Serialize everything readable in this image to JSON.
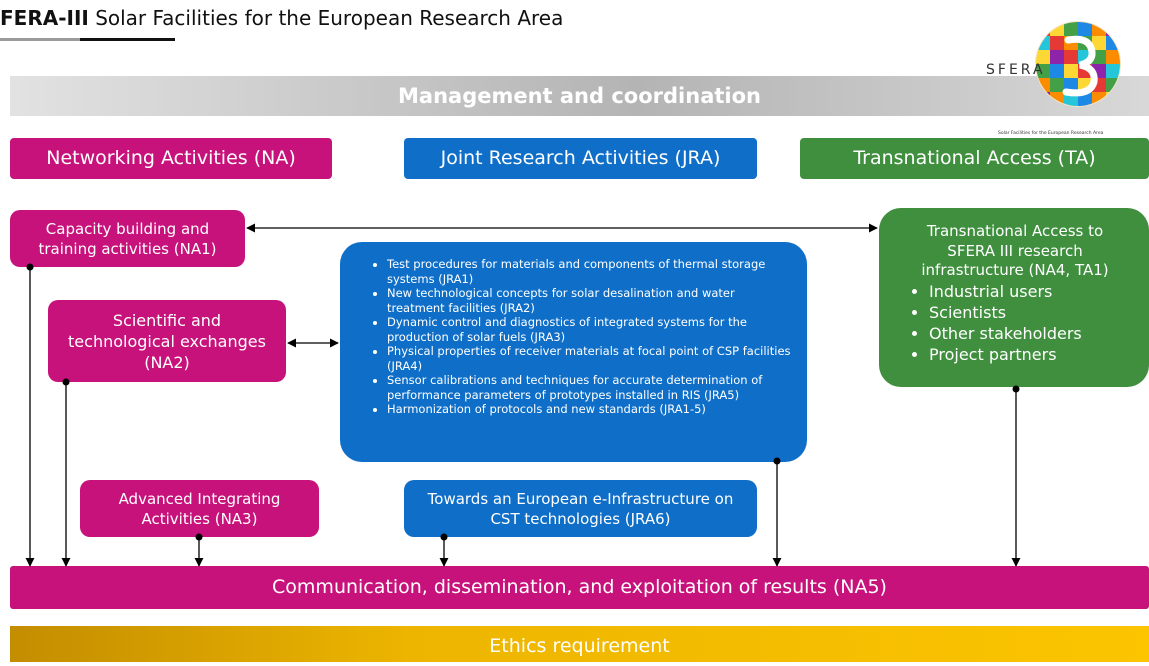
{
  "header": {
    "title_bold": "FERA-III",
    "title_rest": "Solar Facilities for the European Research Area"
  },
  "logo": {
    "text": "SFERA",
    "tagline": "Solar Facilities for the European Research Area",
    "colors": [
      "#e53935",
      "#fb8c00",
      "#fdd835",
      "#43a047",
      "#1e88e5",
      "#8e24aa",
      "#26c6da"
    ]
  },
  "management": "Management and coordination",
  "categories": {
    "na": "Networking Activities (NA)",
    "jra": "Joint Research Activities (JRA)",
    "ta": "Transnational Access (TA)"
  },
  "na1": {
    "line1": "Capacity building and",
    "line2": "training activities (NA1)"
  },
  "na2": {
    "line1": "Scientific and",
    "line2": "technological exchanges",
    "line3": "(NA2)"
  },
  "na3": {
    "line1": "Advanced Integrating",
    "line2": "Activities (NA3)"
  },
  "jra_items": [
    "Test procedures for materials and components of thermal storage systems (JRA1)",
    "New technological concepts for solar desalination and water treatment facilities (JRA2)",
    "Dynamic control and diagnostics of integrated systems for the production of solar fuels (JRA3)",
    "Physical properties of receiver materials at focal point of CSP facilities (JRA4)",
    "Sensor calibrations and techniques for accurate determination of performance parameters of prototypes installed in RIS (JRA5)",
    "Harmonization of protocols and new standards (JRA1-5)"
  ],
  "jra6": {
    "line1": "Towards an European e-Infrastructure on",
    "line2": "CST technologies (JRA6)"
  },
  "ta1": {
    "line1": "Transnational Access to",
    "line2": "SFERA III research",
    "line3": "infrastructure (NA4, TA1)",
    "items": [
      "Industrial users",
      "Scientists",
      "Other stakeholders",
      "Project partners"
    ]
  },
  "na5": "Communication, dissemination, and exploitation of results (NA5)",
  "ethics": "Ethics requirement",
  "colors": {
    "na": "#c8127b",
    "jra": "#0f6fc8",
    "ta": "#3f8f3e",
    "ethics": "#fcc500",
    "management": "#b4b4b4"
  }
}
